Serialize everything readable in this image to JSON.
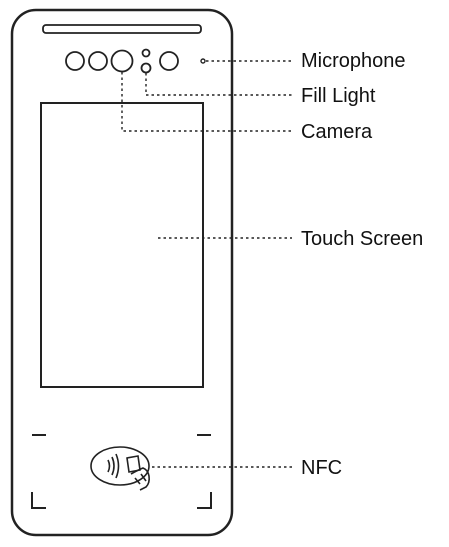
{
  "labels": {
    "microphone": "Microphone",
    "fill_light": "Fill Light",
    "camera": "Camera",
    "touch_screen": "Touch Screen",
    "nfc": "NFC"
  },
  "colors": {
    "line": "#222222",
    "background": "#ffffff"
  },
  "icons": [
    "microphone-icon",
    "fill-light-icon",
    "camera-lens-icon",
    "nfc-reader-icon"
  ]
}
